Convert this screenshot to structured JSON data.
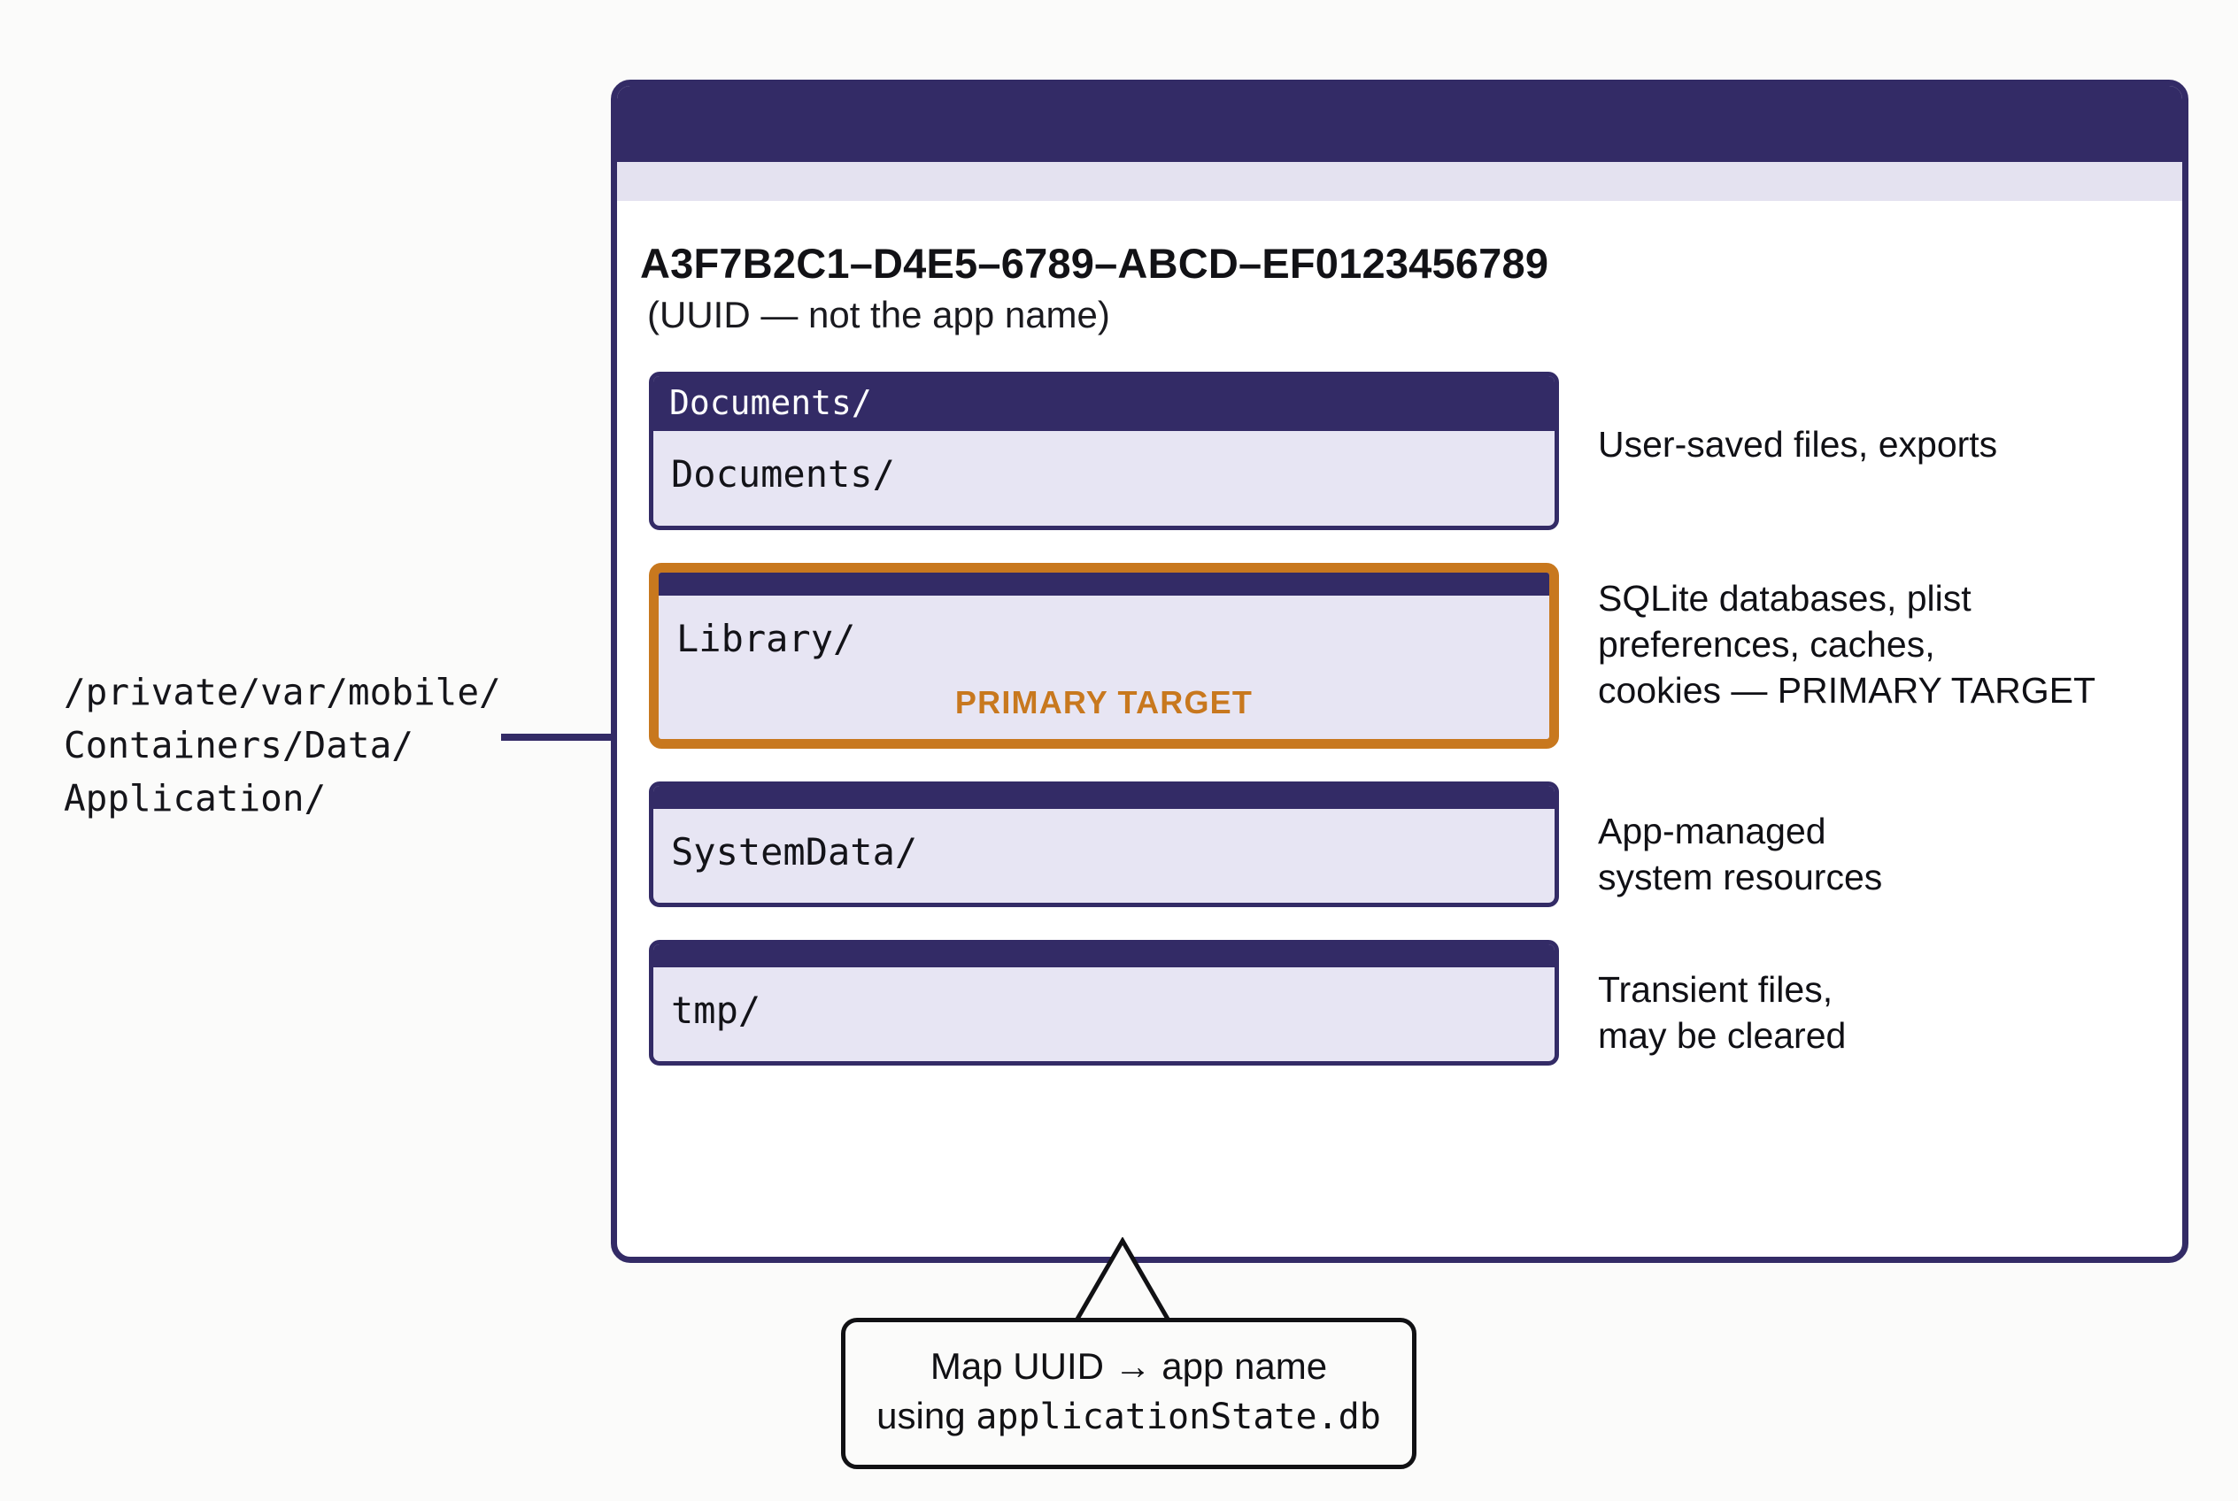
{
  "path_label": {
    "lines": [
      "/private/var/mobile/",
      "Containers/Data/",
      "Application/"
    ],
    "text": "/private/var/mobile/\nContainers/Data/\nApplication/"
  },
  "card": {
    "uuid": "A3F7B2C1–D4E5–6789–ABCD–EF0123456789",
    "uuid_note": "(UUID — not the app name)",
    "folders": [
      {
        "header_label": "Documents/",
        "body_label": "Documents/",
        "badge": "",
        "note": "User-saved files, exports",
        "highlighted": false
      },
      {
        "header_label": "",
        "body_label": "Library/",
        "badge": "PRIMARY TARGET",
        "note": "SQLite databases, plist\npreferences, caches,\ncookies — PRIMARY TARGET",
        "highlighted": true
      },
      {
        "header_label": "",
        "body_label": "SystemData/",
        "badge": "",
        "note": "App-managed\nsystem resources",
        "highlighted": false
      },
      {
        "header_label": "",
        "body_label": "tmp/",
        "badge": "",
        "note": "Transient files,\nmay be cleared",
        "highlighted": false
      }
    ]
  },
  "callout": {
    "line1": "Map UUID → app name",
    "line2_prefix": "using ",
    "line2_mono": "applicationState.db"
  },
  "colors": {
    "navy": "#332b66",
    "orange": "#c8781e",
    "row_fill": "#e7e5f3",
    "subbar": "#e4e2f0",
    "page_bg": "#fbfbfa",
    "text": "#111114"
  }
}
